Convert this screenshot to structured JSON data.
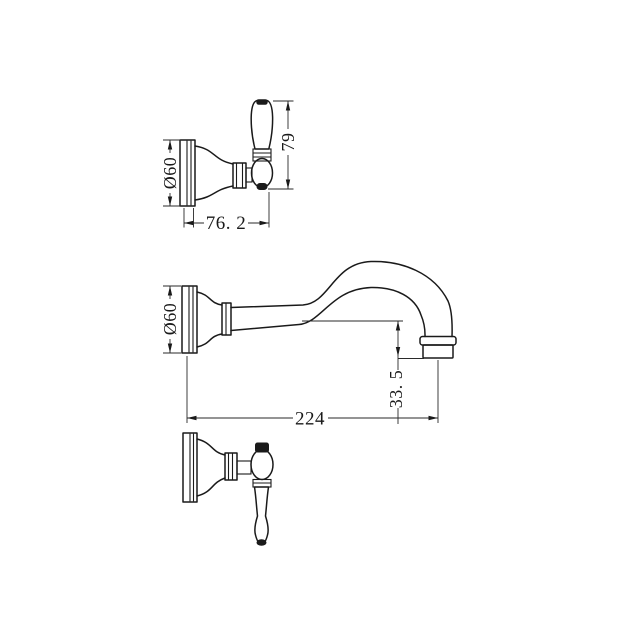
{
  "labels": {
    "handle_top": {
      "diameter": "Ø60",
      "width": "76. 2",
      "height": "79"
    },
    "spout": {
      "diameter": "Ø60",
      "length": "224",
      "drop": "33. 5"
    }
  },
  "colors": {
    "background": "#ffffff",
    "line": "#1a1a1a"
  }
}
